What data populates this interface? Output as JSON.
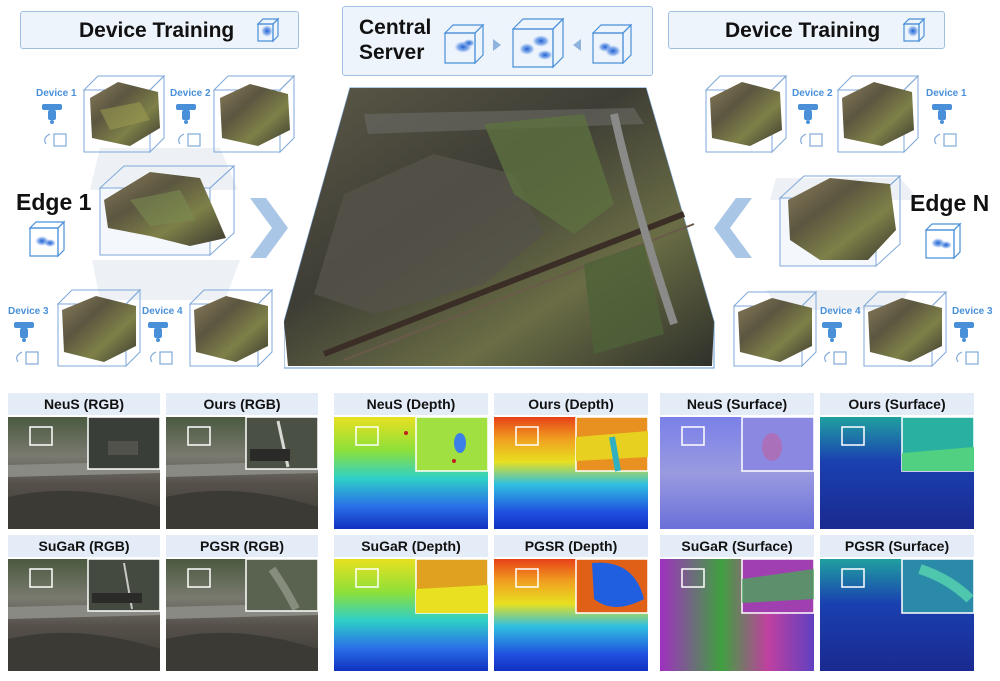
{
  "header": {
    "left_title": "Device Training",
    "right_title": "Device Training",
    "center_title_line1": "Central",
    "center_title_line2": "Server"
  },
  "edges": {
    "left": "Edge 1",
    "right": "Edge N"
  },
  "devices_left": [
    "Device 1",
    "Device 2",
    "Device 3",
    "Device 4"
  ],
  "devices_right": [
    "Device 2",
    "Device 1",
    "Device 4",
    "Device 3"
  ],
  "comparison": {
    "rgb": [
      "NeuS (RGB)",
      "Ours (RGB)",
      "SuGaR (RGB)",
      "PGSR (RGB)"
    ],
    "depth": [
      "NeuS (Depth)",
      "Ours (Depth)",
      "SuGaR (Depth)",
      "PGSR (Depth)"
    ],
    "surface": [
      "NeuS (Surface)",
      "Ours (Surface)",
      "SuGaR (Surface)",
      "PGSR (Surface)"
    ]
  },
  "colors": {
    "accent_blue": "#4a90d9",
    "banner_fill": "#eef4fb",
    "label_fill": "#e4ecf7",
    "arrow_blue": "#a9c6e6"
  },
  "icons": [
    "drone-icon",
    "camera-photo-icon",
    "gaussian-cube-icon",
    "chevron-right-icon",
    "chevron-left-icon"
  ]
}
